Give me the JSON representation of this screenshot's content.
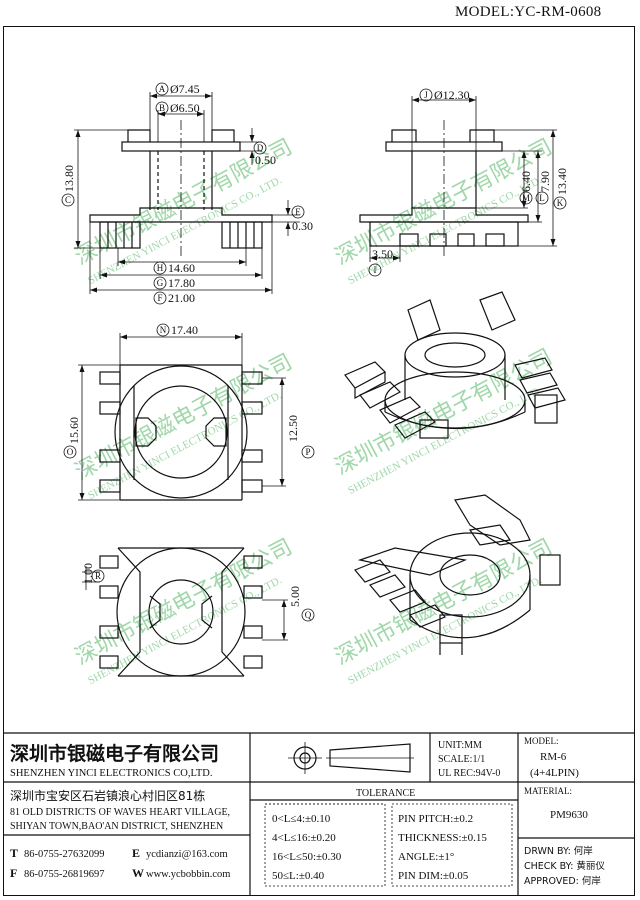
{
  "header": {
    "model_title": "MODEL:YC-RM-0608"
  },
  "watermark": {
    "cn": "深圳市银磁电子有限公司",
    "en": "SHENZHEN YINCI ELECTRONICS CO., LTD."
  },
  "dimensions": {
    "A": "Ø7.45",
    "B": "Ø6.50",
    "C": "13.80",
    "D": "0.50",
    "E": "0.30",
    "F": "21.00",
    "G": "17.80",
    "H": "14.60",
    "I": "3.50",
    "J": "Ø12.30",
    "K": "13.40",
    "L": "7.90",
    "M": "6.40",
    "N": "17.40",
    "O": "15.60",
    "P": "12.50",
    "Q": "5.00",
    "R": "1.00"
  },
  "title_block": {
    "company_cn": "深圳市银磁电子有限公司",
    "company_en": "SHENZHEN YINCI ELECTRONICS CO,LTD.",
    "address_cn": "深圳市宝安区石岩镇浪心村旧区81栋",
    "address_en1": "81 OLD DISTRICTS OF WAVES HEART VILLAGE,",
    "address_en2": "SHIYAN TOWN,BAO'AN DISTRICT, SHENZHEN",
    "tel_label": "T",
    "tel": "86-0755-27632099",
    "email_label": "E",
    "email": "ycdianzi@163.com",
    "fax_label": "F",
    "fax": "86-0755-26819697",
    "web_label": "W",
    "web": "www.ycbobbin.com",
    "unit": "UNIT:MM",
    "scale": "SCALE:1/1",
    "ul_rec": "UL REC:94V-0",
    "model_label": "MODEL:",
    "model_value1": "RM-6",
    "model_value2": "(4+4LPIN)",
    "material_label": "MATERIAL:",
    "material_value": "PM9630",
    "tolerance_label": "TOLERANCE",
    "tol_rows": [
      "0<L≤4:±0.10",
      "4<L≤16:±0.20",
      "16<L≤50:±0.30",
      "50≤L:±0.40"
    ],
    "pin_rows": [
      "PIN PITCH:±0.2",
      "THICKNESS:±0.15",
      "ANGLE:±1°",
      "PIN DIM:±0.05"
    ],
    "drawn_by": "DRWN BY: 何岸",
    "check_by": "CHECK BY: 黄丽仪",
    "approved": "APPROVED: 何岸"
  },
  "colors": {
    "line": "#111111",
    "watermark": "#9fd7a9"
  }
}
